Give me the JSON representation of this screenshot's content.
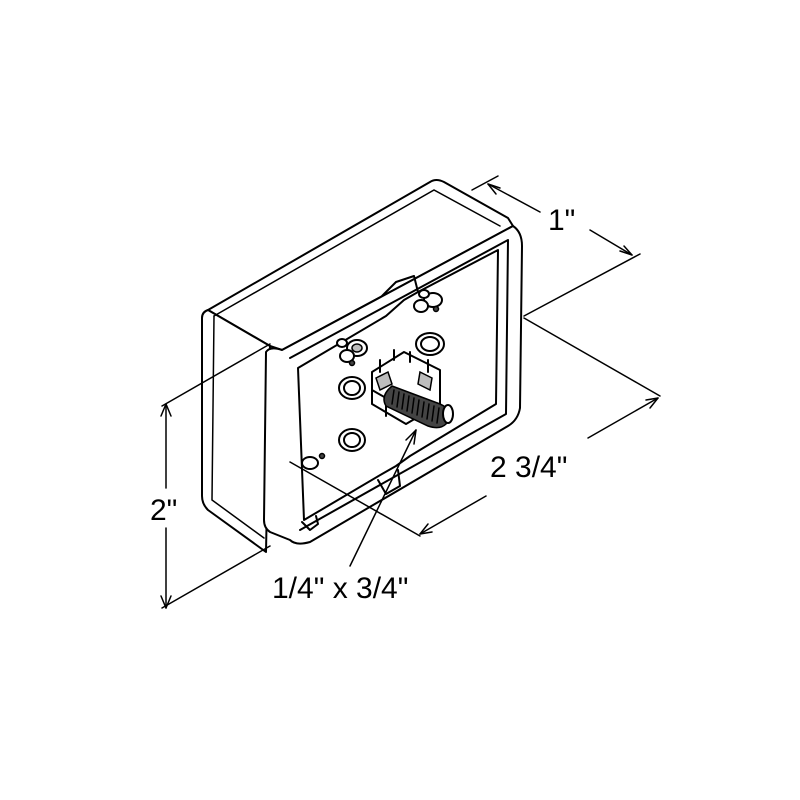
{
  "dimensions": {
    "depth": "1\"",
    "width": "2 3/4\"",
    "height": "2\"",
    "stud": "1/4\" x 3/4\""
  }
}
